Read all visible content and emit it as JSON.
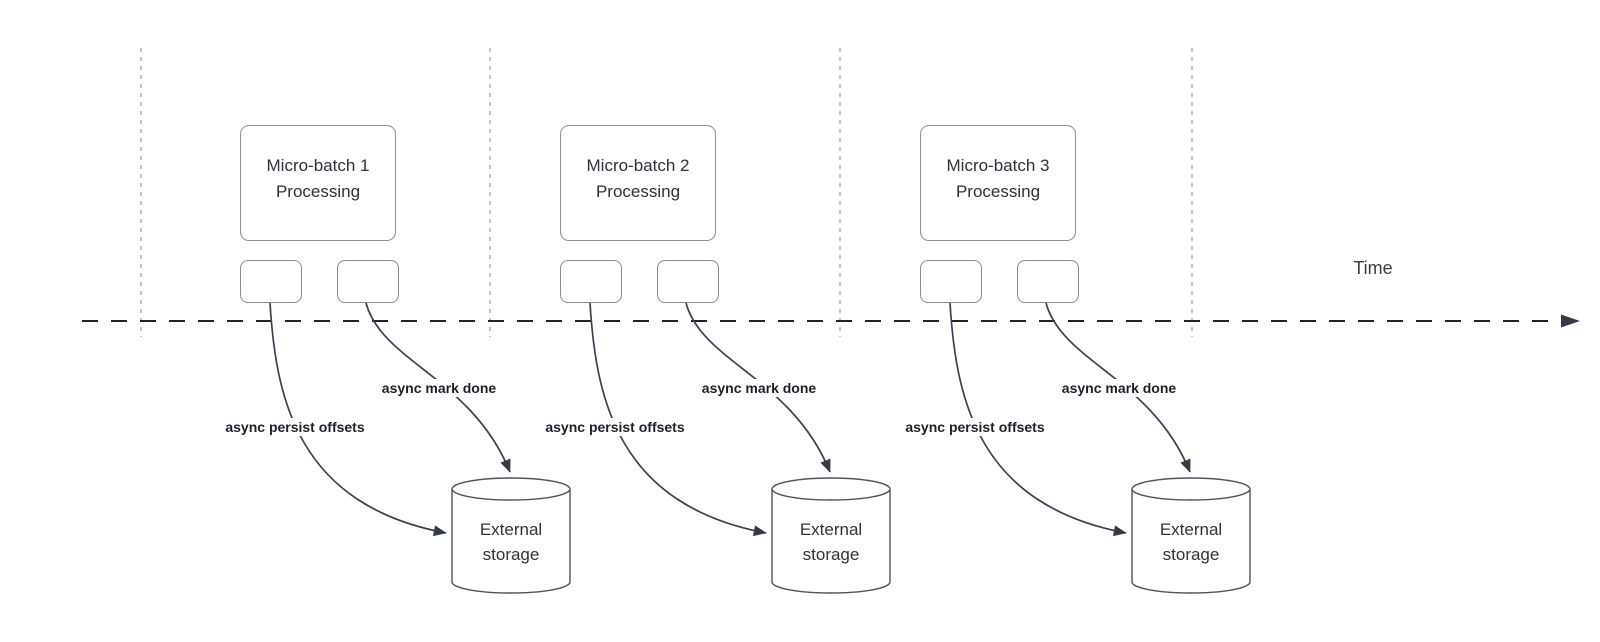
{
  "diagram": {
    "description": "Micro-batch streaming timeline with async offset persistence to external storage"
  },
  "timeline": {
    "label": "Time"
  },
  "groups": [
    {
      "box_line1": "Micro-batch 1",
      "box_line2": "Processing",
      "persist_label": "async persist offsets",
      "mark_label": "async mark done",
      "storage_line1": "External",
      "storage_line2": "storage"
    },
    {
      "box_line1": "Micro-batch 2",
      "box_line2": "Processing",
      "persist_label": "async persist offsets",
      "mark_label": "async mark done",
      "storage_line1": "External",
      "storage_line2": "storage"
    },
    {
      "box_line1": "Micro-batch 3",
      "box_line2": "Processing",
      "persist_label": "async persist offsets",
      "mark_label": "async mark done",
      "storage_line1": "External",
      "storage_line2": "storage"
    }
  ],
  "colors": {
    "connector": "#3a4150",
    "timeline": "#202228",
    "gridline": "#b3b6ba",
    "box_border": "#8c8f94",
    "text": "#2f3039"
  }
}
